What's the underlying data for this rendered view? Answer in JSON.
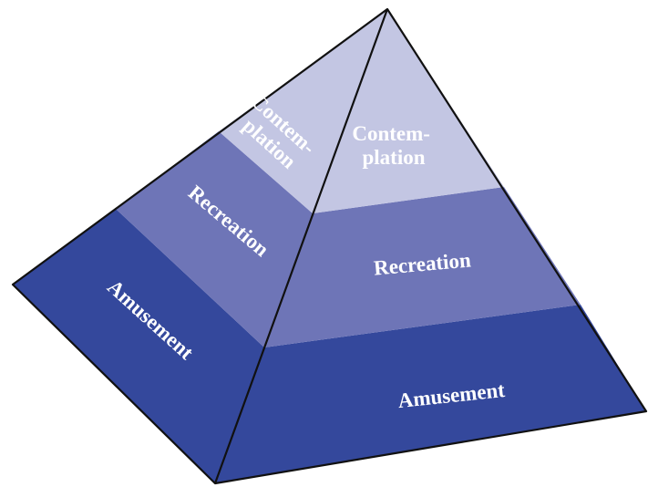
{
  "diagram": {
    "tiers": [
      {
        "id": "top",
        "label_lines": [
          "Contem-",
          "plation"
        ],
        "color": "#c3c6e3"
      },
      {
        "id": "middle",
        "label": "Recreation",
        "color": "#6e75b7"
      },
      {
        "id": "bottom",
        "label": "Amusement",
        "color": "#34489c"
      }
    ],
    "outline_color": "#111111",
    "label_color": "#ffffff"
  }
}
